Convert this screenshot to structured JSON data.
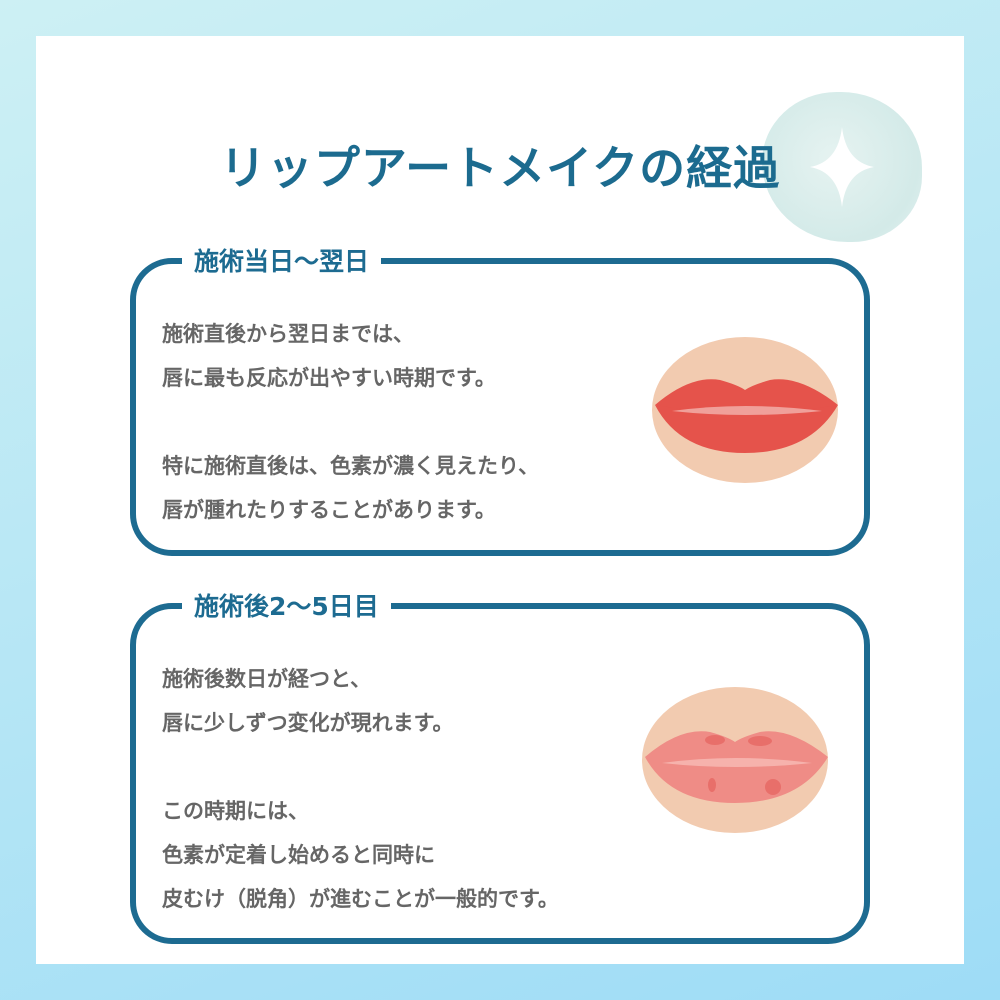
{
  "title": "リップアートメイクの経過",
  "sections": [
    {
      "label": "施術当日〜翌日",
      "lines": [
        "施術直後から翌日までは、",
        "唇に最も反応が出やすい時期です。",
        "特に施術直後は、色素が濃く見えたり、",
        "唇が腫れたりすることがあります。"
      ]
    },
    {
      "label": "施術後2〜5日目",
      "lines": [
        "施術後数日が経つと、",
        "唇に少しずつ変化が現れます。",
        "この時期には、",
        "色素が定着し始めると同時に",
        "皮むけ（脱角）が進むことが一般的です。"
      ]
    }
  ],
  "colors": {
    "accent": "#1d6b91",
    "text": "#666666",
    "lips_day1": "#e5534b",
    "lips_day2": "#ef8c86",
    "skin": "#f2cbb0"
  }
}
